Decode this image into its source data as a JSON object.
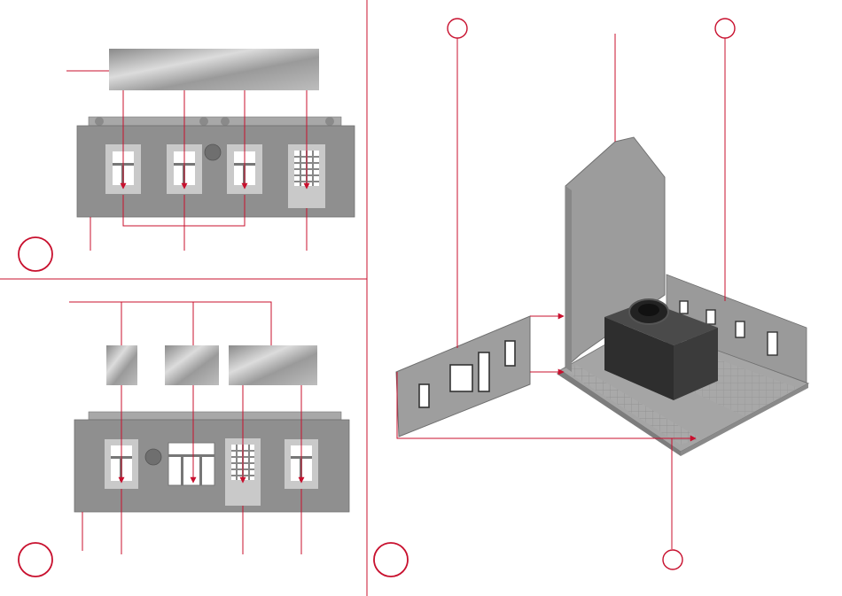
{
  "sheet": {
    "steps": [
      {
        "id": "step-1",
        "label": ""
      },
      {
        "id": "step-2",
        "label": ""
      },
      {
        "id": "step-3",
        "label": ""
      }
    ],
    "callouts": [
      {
        "id": "callout-a",
        "label": ""
      },
      {
        "id": "callout-b",
        "label": ""
      },
      {
        "id": "callout-c",
        "label": ""
      }
    ],
    "colors": {
      "accent": "#c8102e",
      "wall": "#8f8f8f",
      "wall_dark": "#6f6f6f",
      "frame_light": "#c9c9c9",
      "pane": "#ffffff",
      "box": "#3a3a3a"
    }
  }
}
